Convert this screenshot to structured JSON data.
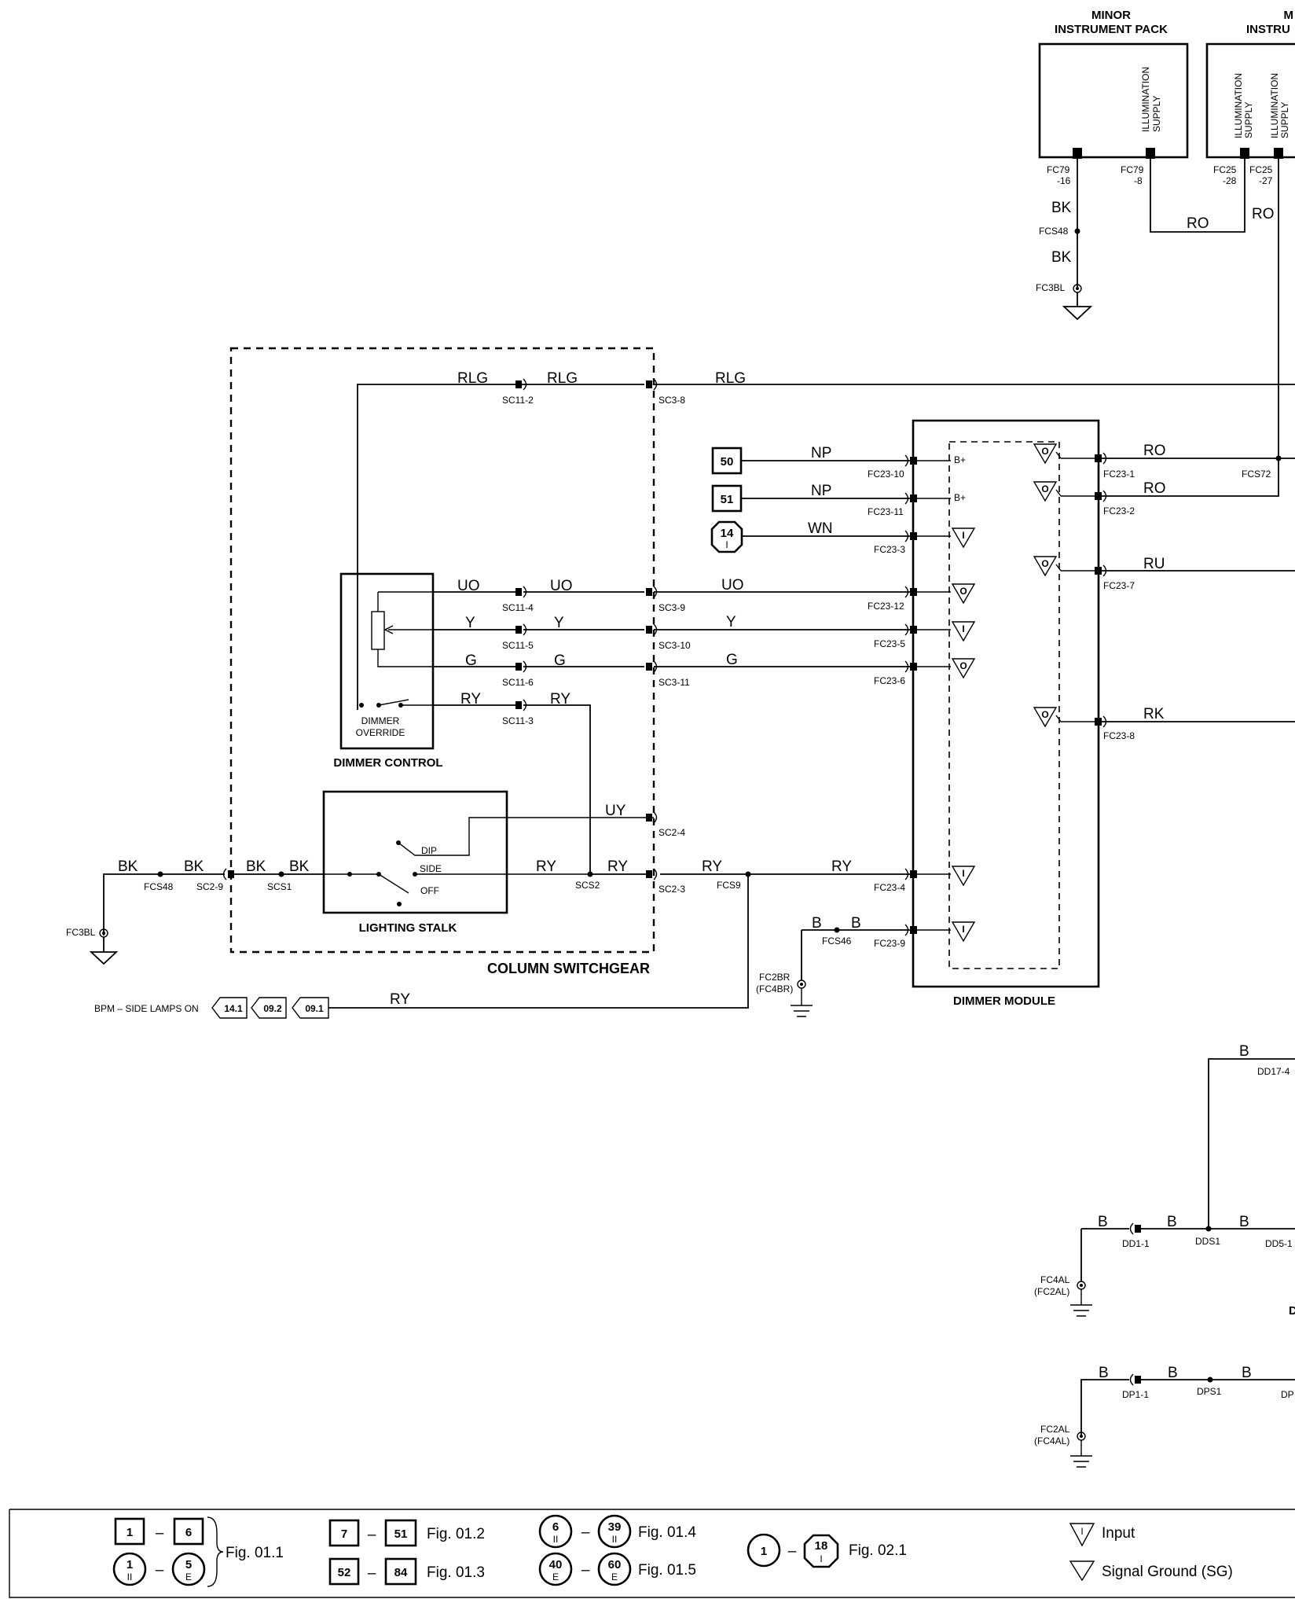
{
  "components": {
    "minor_pack": {
      "title_1": "MINOR",
      "title_2": "INSTRUMENT PACK",
      "illum_1": "ILLUMINATION",
      "illum_2": "SUPPLY"
    },
    "minor_pack_2": {
      "title_1": "M",
      "title_2": "INSTRU",
      "illum_1": "ILLUMINATION",
      "illum_2": "SUPPLY"
    },
    "column_switchgear": "COLUMN SWITCHGEAR",
    "dimmer_control": "DIMMER CONTROL",
    "dimmer_override_1": "DIMMER",
    "dimmer_override_2": "OVERRIDE",
    "lighting_stalk": "LIGHTING STALK",
    "stalk_dip": "DIP",
    "stalk_side": "SIDE",
    "stalk_off": "OFF",
    "dimmer_module": "DIMMER MODULE",
    "right_partial_d": "D"
  },
  "wires": {
    "bk": "BK",
    "ro": "RO",
    "rlg": "RLG",
    "np": "NP",
    "wn": "WN",
    "uo": "UO",
    "y": "Y",
    "g": "G",
    "ry": "RY",
    "uy": "UY",
    "ru": "RU",
    "rk": "RK",
    "b": "B"
  },
  "connectors": {
    "fc79_16a": "FC79",
    "fc79_16b": "-16",
    "fc79_8a": "FC79",
    "fc79_8b": "-8",
    "fc25_28a": "FC25",
    "fc25_28b": "-28",
    "fc25_27a": "FC25",
    "fc25_27b": "-27",
    "fcs48": "FCS48",
    "fc3bl": "FC3BL",
    "sc11_2": "SC11-2",
    "sc3_8": "SC3-8",
    "sc11_4": "SC11-4",
    "sc3_9": "SC3-9",
    "sc11_5": "SC11-5",
    "sc3_10": "SC3-10",
    "sc11_6": "SC11-6",
    "sc3_11": "SC3-11",
    "sc11_3": "SC11-3",
    "sc2_4": "SC2-4",
    "sc2_9": "SC2-9",
    "scs1": "SCS1",
    "scs2": "SCS2",
    "sc2_3": "SC2-3",
    "fcs9": "FCS9",
    "fcs46": "FCS46",
    "fc2br_a": "FC2BR",
    "fc2br_b": "(FC4BR)",
    "fc23_10": "FC23-10",
    "fc23_11": "FC23-11",
    "fc23_3": "FC23-3",
    "fc23_12": "FC23-12",
    "fc23_5": "FC23-5",
    "fc23_6": "FC23-6",
    "fc23_4": "FC23-4",
    "fc23_9": "FC23-9",
    "fc23_1": "FC23-1",
    "fc23_2": "FC23-2",
    "fc23_7": "FC23-7",
    "fc23_8": "FC23-8",
    "fcs72": "FCS72",
    "b_plus": "B+",
    "dd17_4": "DD17-4",
    "dd1_1": "DD1-1",
    "dds1": "DDS1",
    "dd5_1": "DD5-1",
    "fc4al_a": "FC4AL",
    "fc4al_b": "(FC2AL)",
    "dp1_1": "DP1-1",
    "dps1": "DPS1",
    "dp_partial": "DP",
    "fc2al_a": "FC2AL",
    "fc2al_b": "(FC4AL)"
  },
  "refs": {
    "r50": "50",
    "r51": "51",
    "r14": "14",
    "r14_sub": "I"
  },
  "bpm": {
    "label": "BPM – SIDE LAMPS ON",
    "r1": "14.1",
    "r2": "09.2",
    "r3": "09.1"
  },
  "legend": {
    "b1": "1",
    "b6": "6",
    "c1": "1",
    "c1s": "II",
    "c5": "5",
    "c5s": "E",
    "fig011": "Fig. 01.1",
    "b7": "7",
    "b51": "51",
    "fig012": "Fig. 01.2",
    "b52": "52",
    "b84": "84",
    "fig013": "Fig. 01.3",
    "c6": "6",
    "c6s": "II",
    "c39": "39",
    "c39s": "II",
    "fig014": "Fig. 01.4",
    "c40": "40",
    "c40s": "E",
    "c60": "60",
    "c60s": "E",
    "fig015": "Fig. 01.5",
    "c1b": "1",
    "c18": "18",
    "c18s": "I",
    "fig021": "Fig. 02.1",
    "input": "Input",
    "input_sym": "I",
    "sg": "Signal Ground (SG)",
    "dash": "–"
  },
  "pin_syms": {
    "input": "I",
    "output": "O"
  }
}
